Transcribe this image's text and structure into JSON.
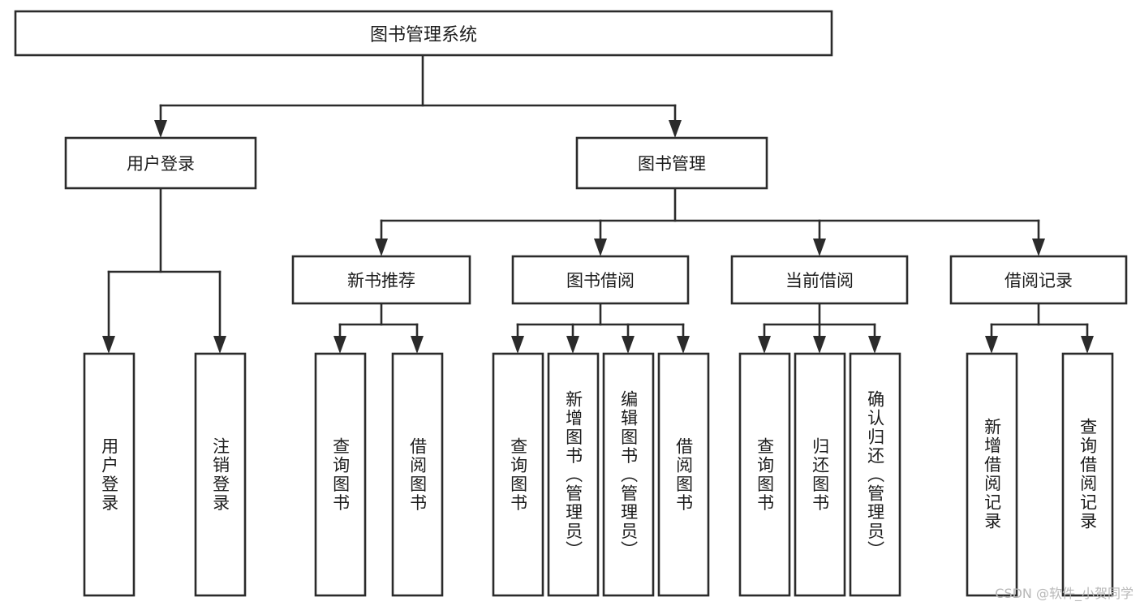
{
  "diagram": {
    "type": "tree",
    "title": "图书管理系统",
    "orientation": "top-down",
    "watermark": "CSDN @软件_小贺同学",
    "colors": {
      "box_stroke": "#2b2b2b",
      "box_fill": "#ffffff",
      "text": "#1c1c1c",
      "background": "#ffffff",
      "watermark": "#b8b8b8"
    },
    "root": {
      "label": "图书管理系统",
      "children": [
        {
          "label": "用户登录",
          "children": [
            {
              "label": "用户登录"
            },
            {
              "label": "注销登录"
            }
          ]
        },
        {
          "label": "图书管理",
          "children": [
            {
              "label": "新书推荐",
              "children": [
                {
                  "label": "查询图书"
                },
                {
                  "label": "借阅图书"
                }
              ]
            },
            {
              "label": "图书借阅",
              "children": [
                {
                  "label": "查询图书"
                },
                {
                  "label": "新增图书（管理员）"
                },
                {
                  "label": "编辑图书（管理员）"
                },
                {
                  "label": "借阅图书"
                }
              ]
            },
            {
              "label": "当前借阅",
              "children": [
                {
                  "label": "查询图书"
                },
                {
                  "label": "归还图书"
                },
                {
                  "label": "确认归还（管理员）"
                }
              ]
            },
            {
              "label": "借阅记录",
              "children": [
                {
                  "label": "新增借阅记录"
                },
                {
                  "label": "查询借阅记录"
                }
              ]
            }
          ]
        }
      ]
    },
    "nodes": {
      "root": {
        "label": "图书管理系统"
      },
      "l1_user_login": {
        "label": "用户登录"
      },
      "l1_book_mgmt": {
        "label": "图书管理"
      },
      "l2_new_book": {
        "label": "新书推荐"
      },
      "l2_borrow": {
        "label": "图书借阅"
      },
      "l2_current": {
        "label": "当前借阅"
      },
      "l2_record": {
        "label": "借阅记录"
      },
      "leaf_user_login": {
        "label": "用户登录"
      },
      "leaf_logout": {
        "label": "注销登录"
      },
      "leaf_nb_query": {
        "label": "查询图书"
      },
      "leaf_nb_borrow": {
        "label": "借阅图书"
      },
      "leaf_bb_query": {
        "label": "查询图书"
      },
      "leaf_bb_add": {
        "label": "新增图书（管理员）"
      },
      "leaf_bb_edit": {
        "label": "编辑图书（管理员）"
      },
      "leaf_bb_borrow": {
        "label": "借阅图书"
      },
      "leaf_cb_query": {
        "label": "查询图书"
      },
      "leaf_cb_return": {
        "label": "归还图书"
      },
      "leaf_cb_confirm": {
        "label": "确认归还（管理员）"
      },
      "leaf_rec_add": {
        "label": "新增借阅记录"
      },
      "leaf_rec_query": {
        "label": "查询借阅记录"
      }
    }
  }
}
